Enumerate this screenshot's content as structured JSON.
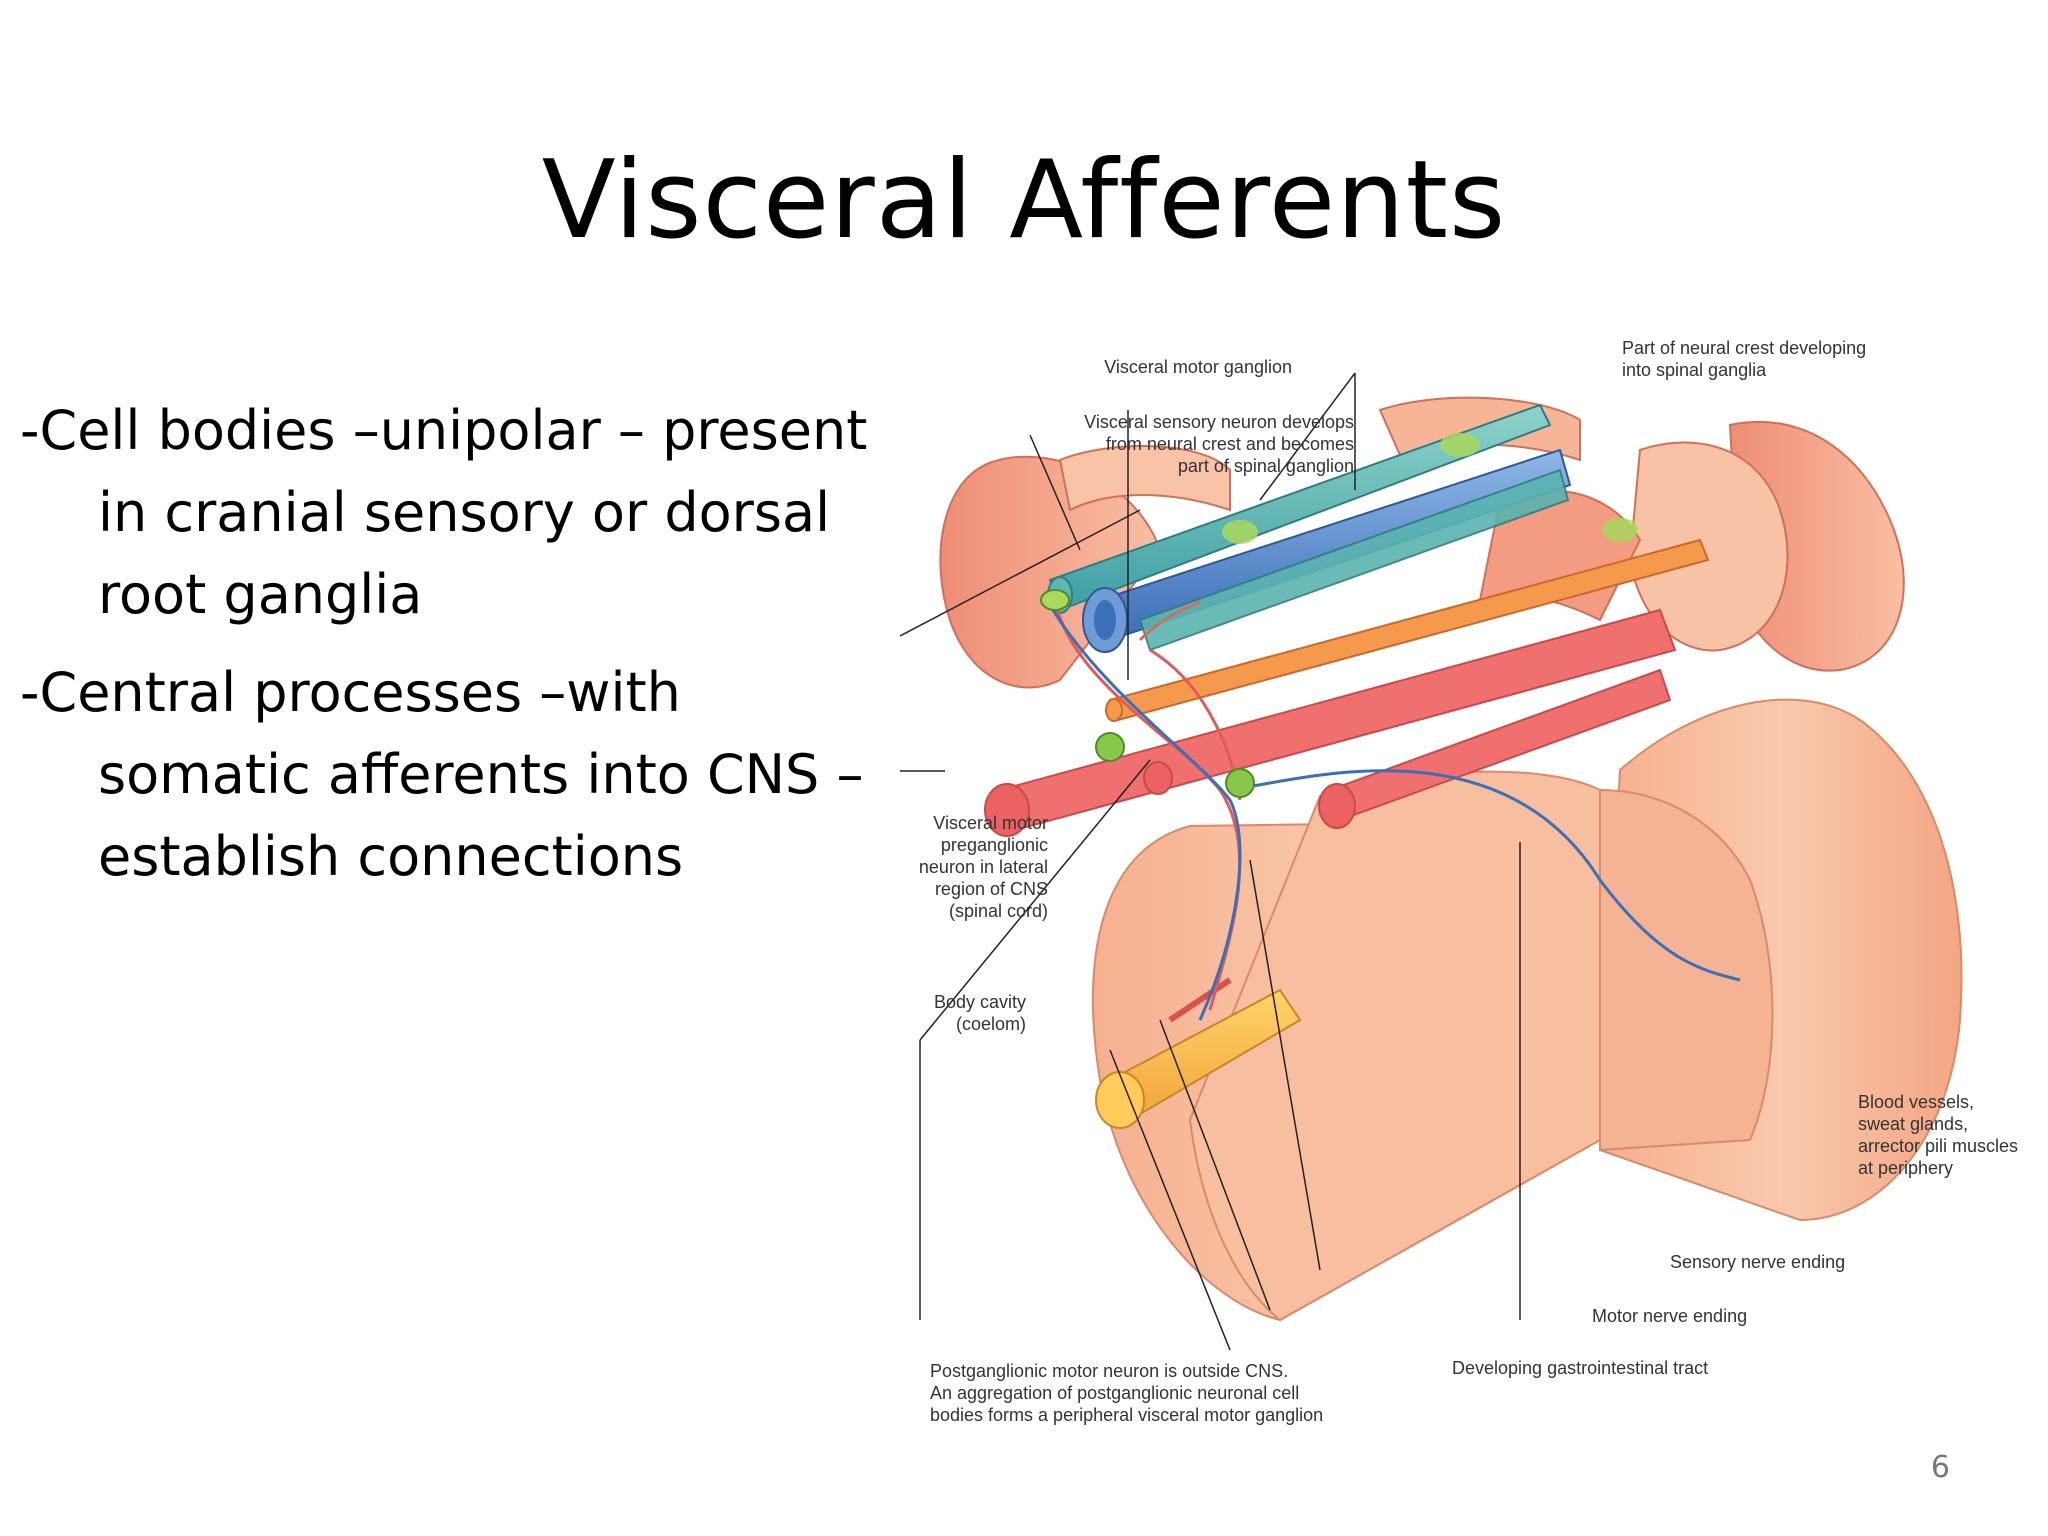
{
  "slide": {
    "title": "Visceral Afferents",
    "bullets": [
      "-Cell bodies –unipolar – present in cranial sensory or dorsal root ganglia",
      "-Central processes –with somatic afferents into CNS –establish connections"
    ],
    "page_number": "6"
  },
  "figure": {
    "labels": {
      "visceral_motor_ganglion": "Visceral motor ganglion",
      "neural_crest_1": "Part of neural crest developing",
      "neural_crest_2": "into spinal ganglia",
      "sensory_neuron_1": "Visceral sensory neuron develops",
      "sensory_neuron_2": "from neural crest and becomes",
      "sensory_neuron_3": "part of spinal ganglion",
      "preganglionic_1": "Visceral motor",
      "preganglionic_2": "preganglionic",
      "preganglionic_3": "neuron in lateral",
      "preganglionic_4": "region of CNS",
      "preganglionic_5": "(spinal cord)",
      "body_cavity_1": "Body cavity",
      "body_cavity_2": "(coelom)",
      "blood_vessels_1": "Blood vessels,",
      "blood_vessels_2": "sweat glands,",
      "blood_vessels_3": "arrector pili muscles",
      "blood_vessels_4": "at periphery",
      "sensory_ending": "Sensory nerve ending",
      "motor_ending": "Motor nerve ending",
      "gi_tract": "Developing gastrointestinal tract",
      "postganglionic_1": "Postganglionic motor neuron is outside CNS.",
      "postganglionic_2": "An aggregation of postganglionic neuronal cell",
      "postganglionic_3": "bodies forms a peripheral visceral motor ganglion"
    }
  }
}
